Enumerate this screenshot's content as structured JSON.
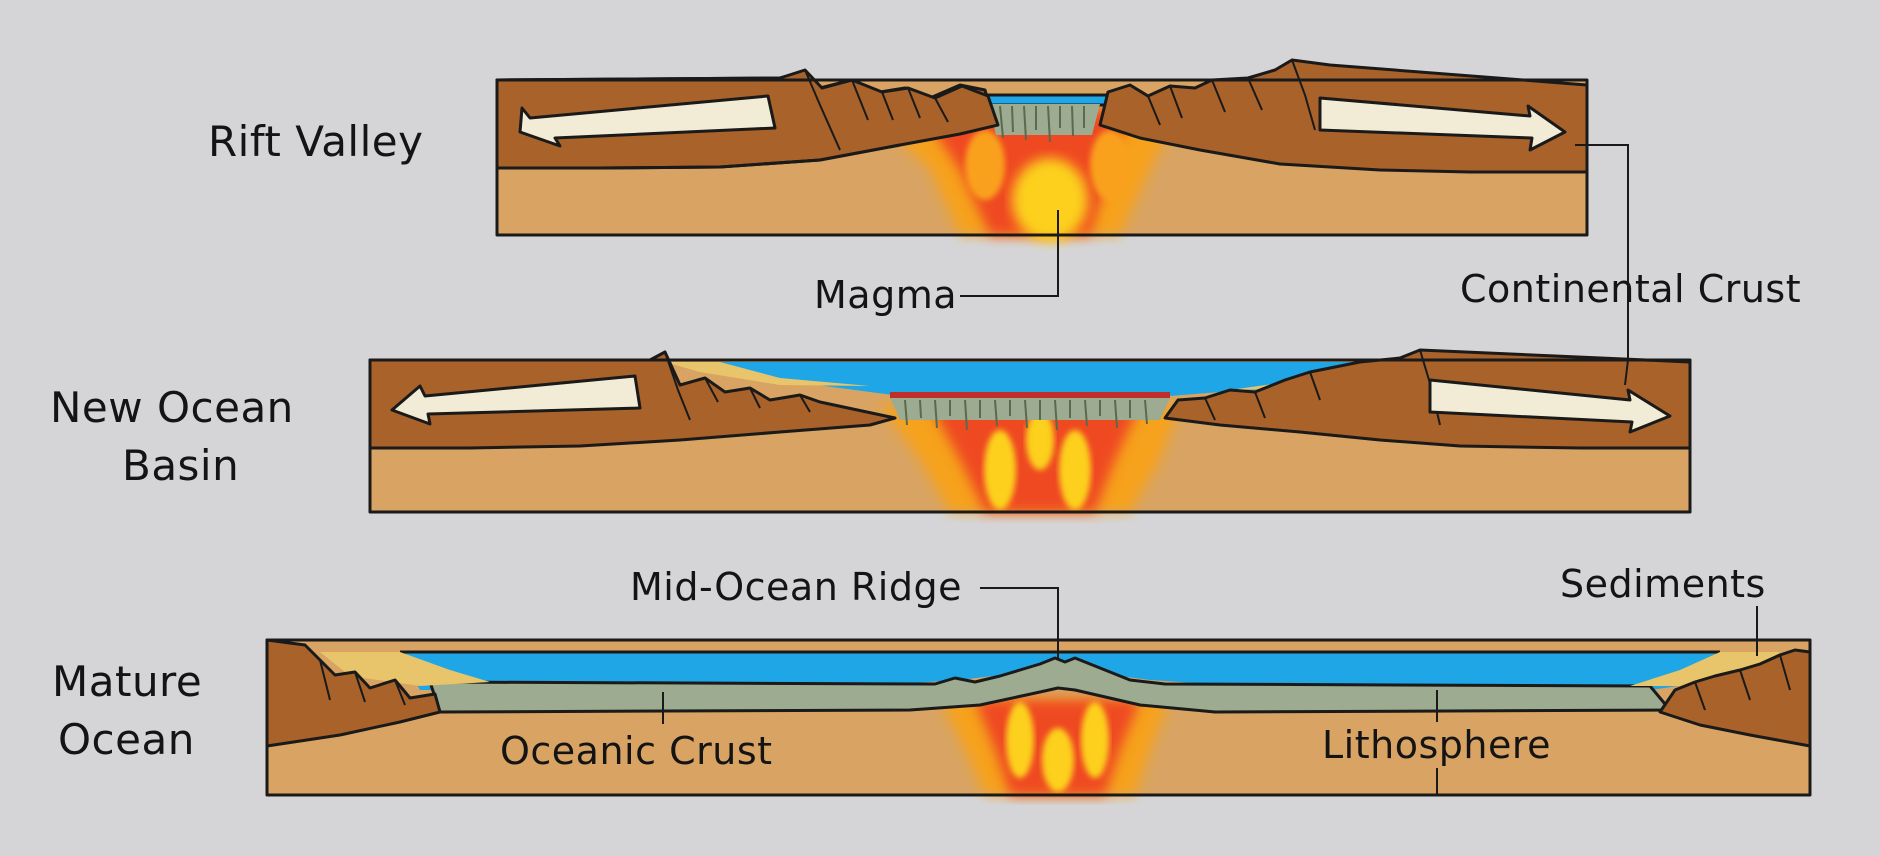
{
  "stages": [
    {
      "id": "rift",
      "label_lines": [
        "Rift Valley"
      ]
    },
    {
      "id": "basin",
      "label_lines": [
        "New Ocean",
        "Basin"
      ]
    },
    {
      "id": "mature",
      "label_lines": [
        "Mature",
        "Ocean"
      ]
    }
  ],
  "annotations": {
    "magma": "Magma",
    "continental_crust": "Continental Crust",
    "mid_ocean_ridge": "Mid-Ocean Ridge",
    "sediments": "Sediments",
    "oceanic_crust": "Oceanic Crust",
    "lithosphere": "Lithosphere"
  },
  "colors": {
    "background": "#d5d5d8",
    "continental_crust": "#a8622a",
    "mantle": "#d9a463",
    "ocean": "#1fa6e6",
    "oceanic_crust": "#9dab90",
    "sediment": "#e8c56a",
    "magma_outer": "#f6a21c",
    "magma_mid": "#ef4a21",
    "magma_core": "#fcd01c",
    "arrow_fill": "#f2ecd6"
  }
}
